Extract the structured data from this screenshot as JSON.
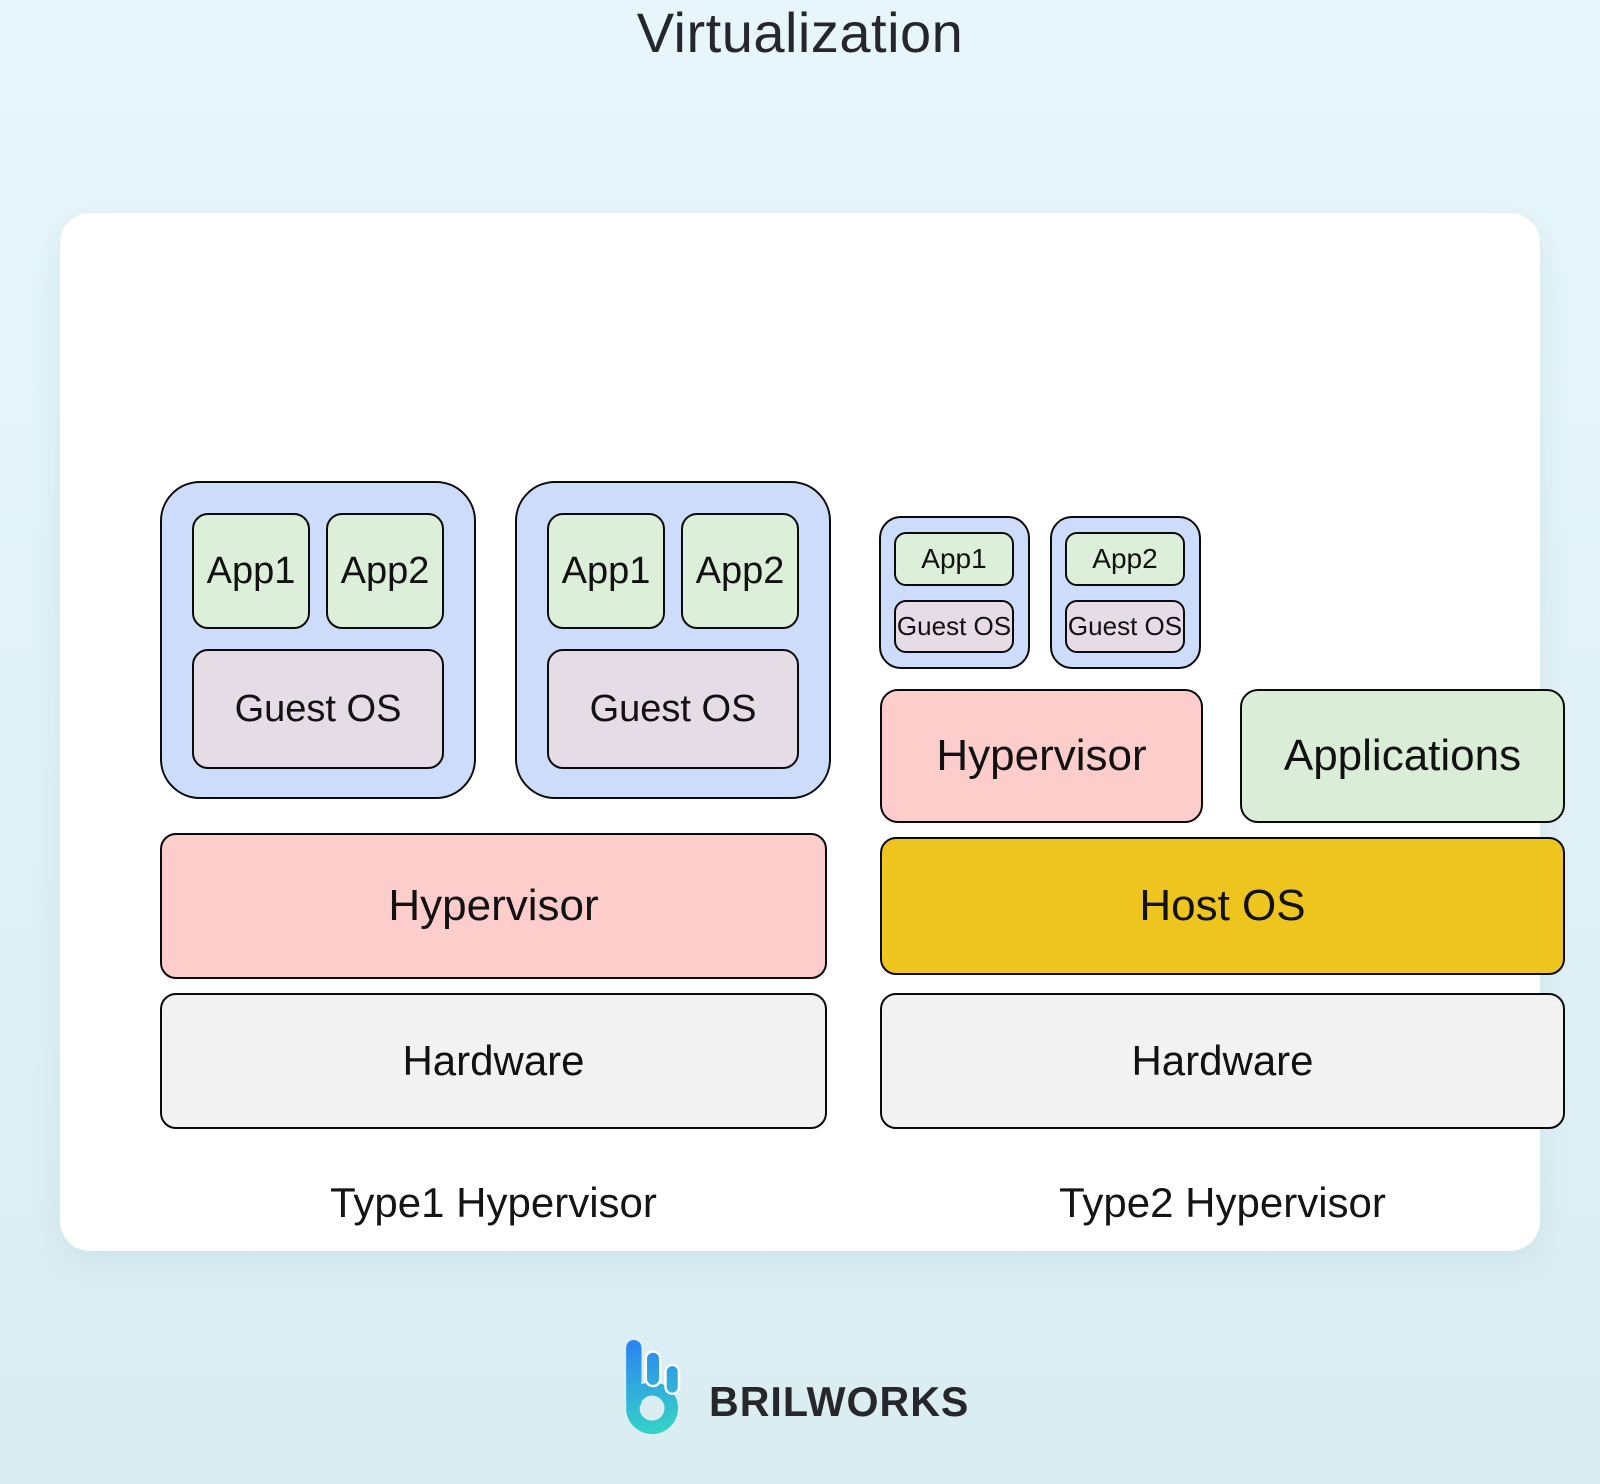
{
  "title": "Virtualization",
  "type1": {
    "label": "Type1 Hypervisor",
    "vm1": {
      "app1": "App1",
      "app2": "App2",
      "guest_os": "Guest OS"
    },
    "vm2": {
      "app1": "App1",
      "app2": "App2",
      "guest_os": "Guest OS"
    },
    "hypervisor": "Hypervisor",
    "hardware": "Hardware"
  },
  "type2": {
    "label": "Type2 Hypervisor",
    "vm1": {
      "app": "App1",
      "guest_os": "Guest OS"
    },
    "vm2": {
      "app": "App2",
      "guest_os": "Guest OS"
    },
    "hypervisor": "Hypervisor",
    "applications": "Applications",
    "host_os": "Host OS",
    "hardware": "Hardware"
  },
  "footer": {
    "brand": "BRILWORKS"
  },
  "colors": {
    "page_background": "#e3f2f8",
    "card_background": "#ffffff",
    "vm_fill": "#ccdcfa",
    "app_fill": "#dcefd8",
    "guest_os_fill": "#e6dce6",
    "hypervisor_fill": "#fccdcb",
    "applications_fill": "#d9edd7",
    "host_os_fill": "#eec41e",
    "hardware_fill": "#f2f2f2",
    "border": "#0b0b0b",
    "logo_gradient_top": "#2b82f2",
    "logo_gradient_bottom": "#35d4c6"
  }
}
